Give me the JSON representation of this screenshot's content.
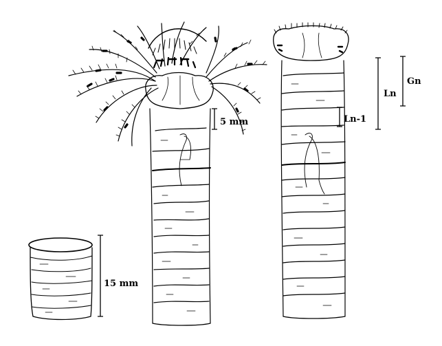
{
  "labels": {
    "scale_5mm": "5 mm",
    "scale_15mm": "15 mm",
    "ln": "Ln",
    "gn": "Gn",
    "ln_minus_1": "Ln-1"
  },
  "colors": {
    "ink": "#000000",
    "paper": "#ffffff"
  }
}
